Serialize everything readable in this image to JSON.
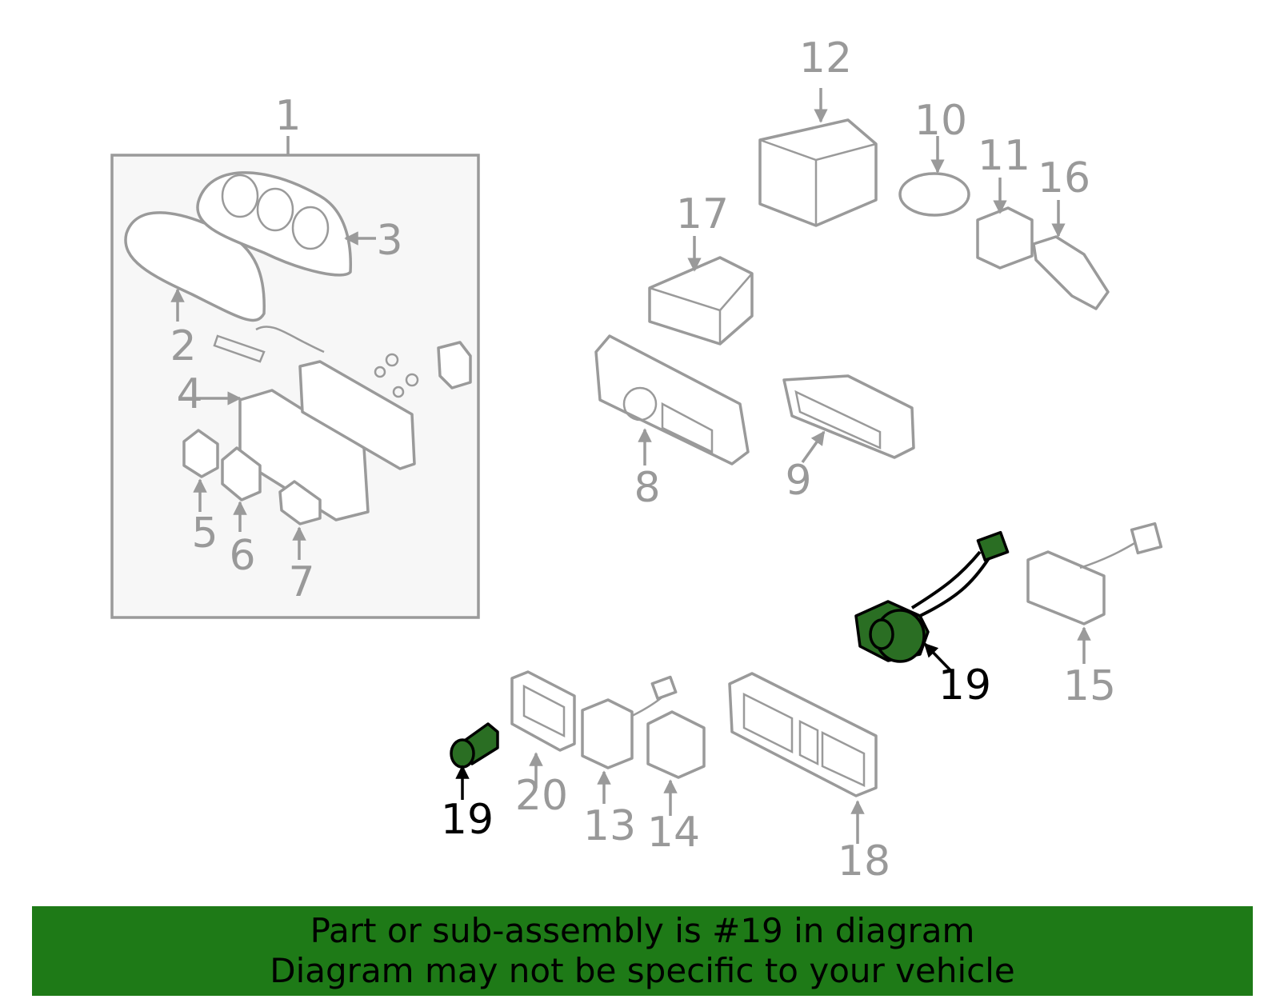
{
  "diagram": {
    "callouts": [
      "1",
      "2",
      "3",
      "4",
      "5",
      "6",
      "7",
      "8",
      "9",
      "10",
      "11",
      "12",
      "13",
      "14",
      "15",
      "16",
      "17",
      "18",
      "19",
      "20"
    ],
    "highlighted_callout": "19",
    "highlight_color": "#2a6e23"
  },
  "banner": {
    "line1": "Part or sub-assembly is #19 in diagram",
    "line2": "Diagram may not be specific to your vehicle",
    "background": "#1e7a17"
  }
}
